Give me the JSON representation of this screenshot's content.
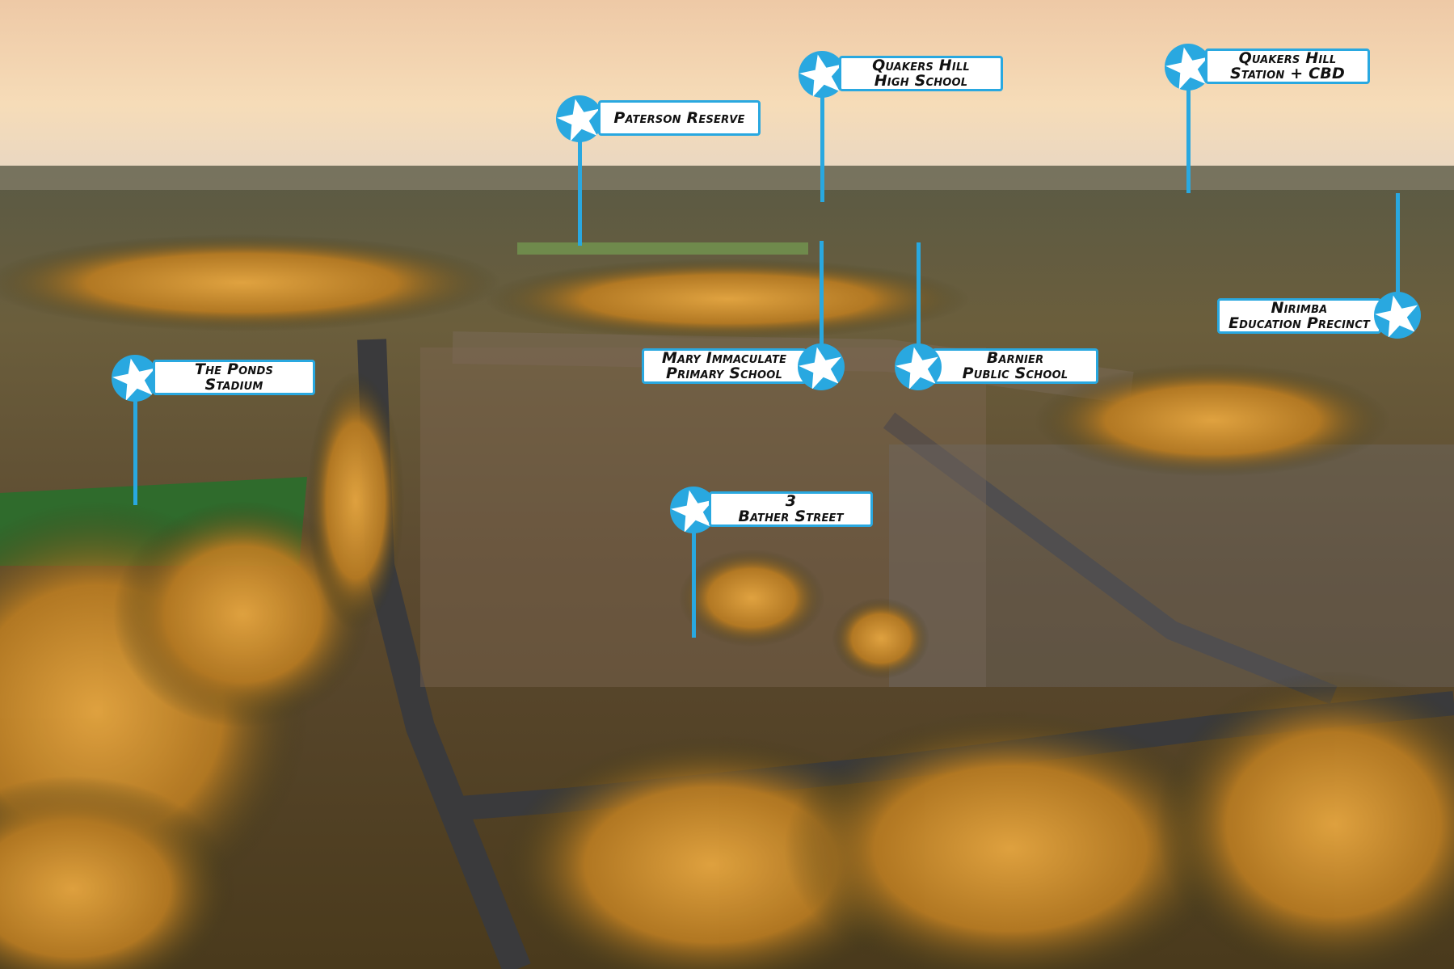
{
  "colors": {
    "accent": "#29a8e0",
    "label_bg": "#ffffff",
    "label_text": "#111111"
  },
  "pins": [
    {
      "lines": [
        "Paterson Reserve"
      ],
      "icon": "star-marker-icon"
    },
    {
      "lines": [
        "Quakers Hill",
        "High School"
      ],
      "icon": "star-marker-icon"
    },
    {
      "lines": [
        "Quakers Hill",
        "Station + CBD"
      ],
      "icon": "star-marker-icon"
    },
    {
      "lines": [
        "The Ponds",
        "Stadium"
      ],
      "icon": "star-marker-icon"
    },
    {
      "lines": [
        "Mary Immaculate",
        "Primary School"
      ],
      "icon": "star-marker-icon"
    },
    {
      "lines": [
        "Barnier",
        "Public School"
      ],
      "icon": "star-marker-icon"
    },
    {
      "lines": [
        "Nirimba",
        "Education Precinct"
      ],
      "icon": "star-marker-icon"
    },
    {
      "lines": [
        "3",
        "Bather Street"
      ],
      "icon": "star-marker-icon"
    }
  ]
}
